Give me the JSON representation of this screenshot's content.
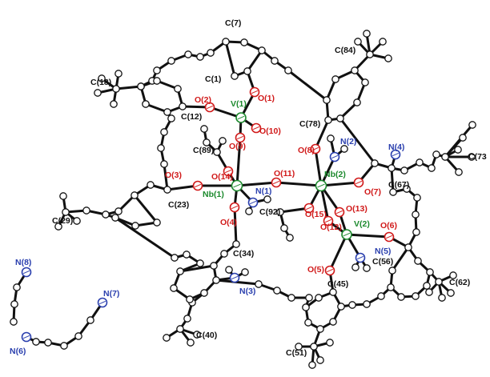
{
  "colors": {
    "carbon": "#111111",
    "oxygen": "#d11a1a",
    "nitrogen": "#2a3fae",
    "niobium": "#1d8a2e",
    "vanadium": "#1d8a2e",
    "background": "#ffffff"
  },
  "labels": {
    "C7": "C(7)",
    "C84": "C(84)",
    "C18": "C(18)",
    "C1": "C(1)",
    "O1": "O(1)",
    "O2": "O(2)",
    "V1": "V(1)",
    "C12": "C(12)",
    "O10": "O(10)",
    "C78": "C(78)",
    "N2": "N(2)",
    "N4": "N(4)",
    "C73": "C(73",
    "C89": "C(89)",
    "O9": "O(9)",
    "O8": "O(8)",
    "O3": "O(3)",
    "O14": "O(14)",
    "O11": "O(11)",
    "Nb2": "Nb(2)",
    "O7": "O(7)",
    "C67": "C(67)",
    "Nb1": "Nb(1)",
    "N1": "N(1)",
    "C23": "C(23)",
    "C92": "C(92)",
    "O15": "O(15)",
    "O13": "O(13)",
    "O12": "O(12)",
    "V2": "V(2)",
    "O6": "O(6)",
    "C29": "C(29)",
    "O4": "O(4)",
    "N5": "N(5)",
    "C56": "C(56)",
    "C34": "C(34)",
    "O5": "O(5)",
    "C45": "C(45)",
    "C62": "C(62)",
    "N8": "N(8)",
    "N3": "N(3)",
    "N7": "N(7)",
    "C40": "C(40)",
    "C51": "C(51)",
    "N6": "N(6)"
  }
}
